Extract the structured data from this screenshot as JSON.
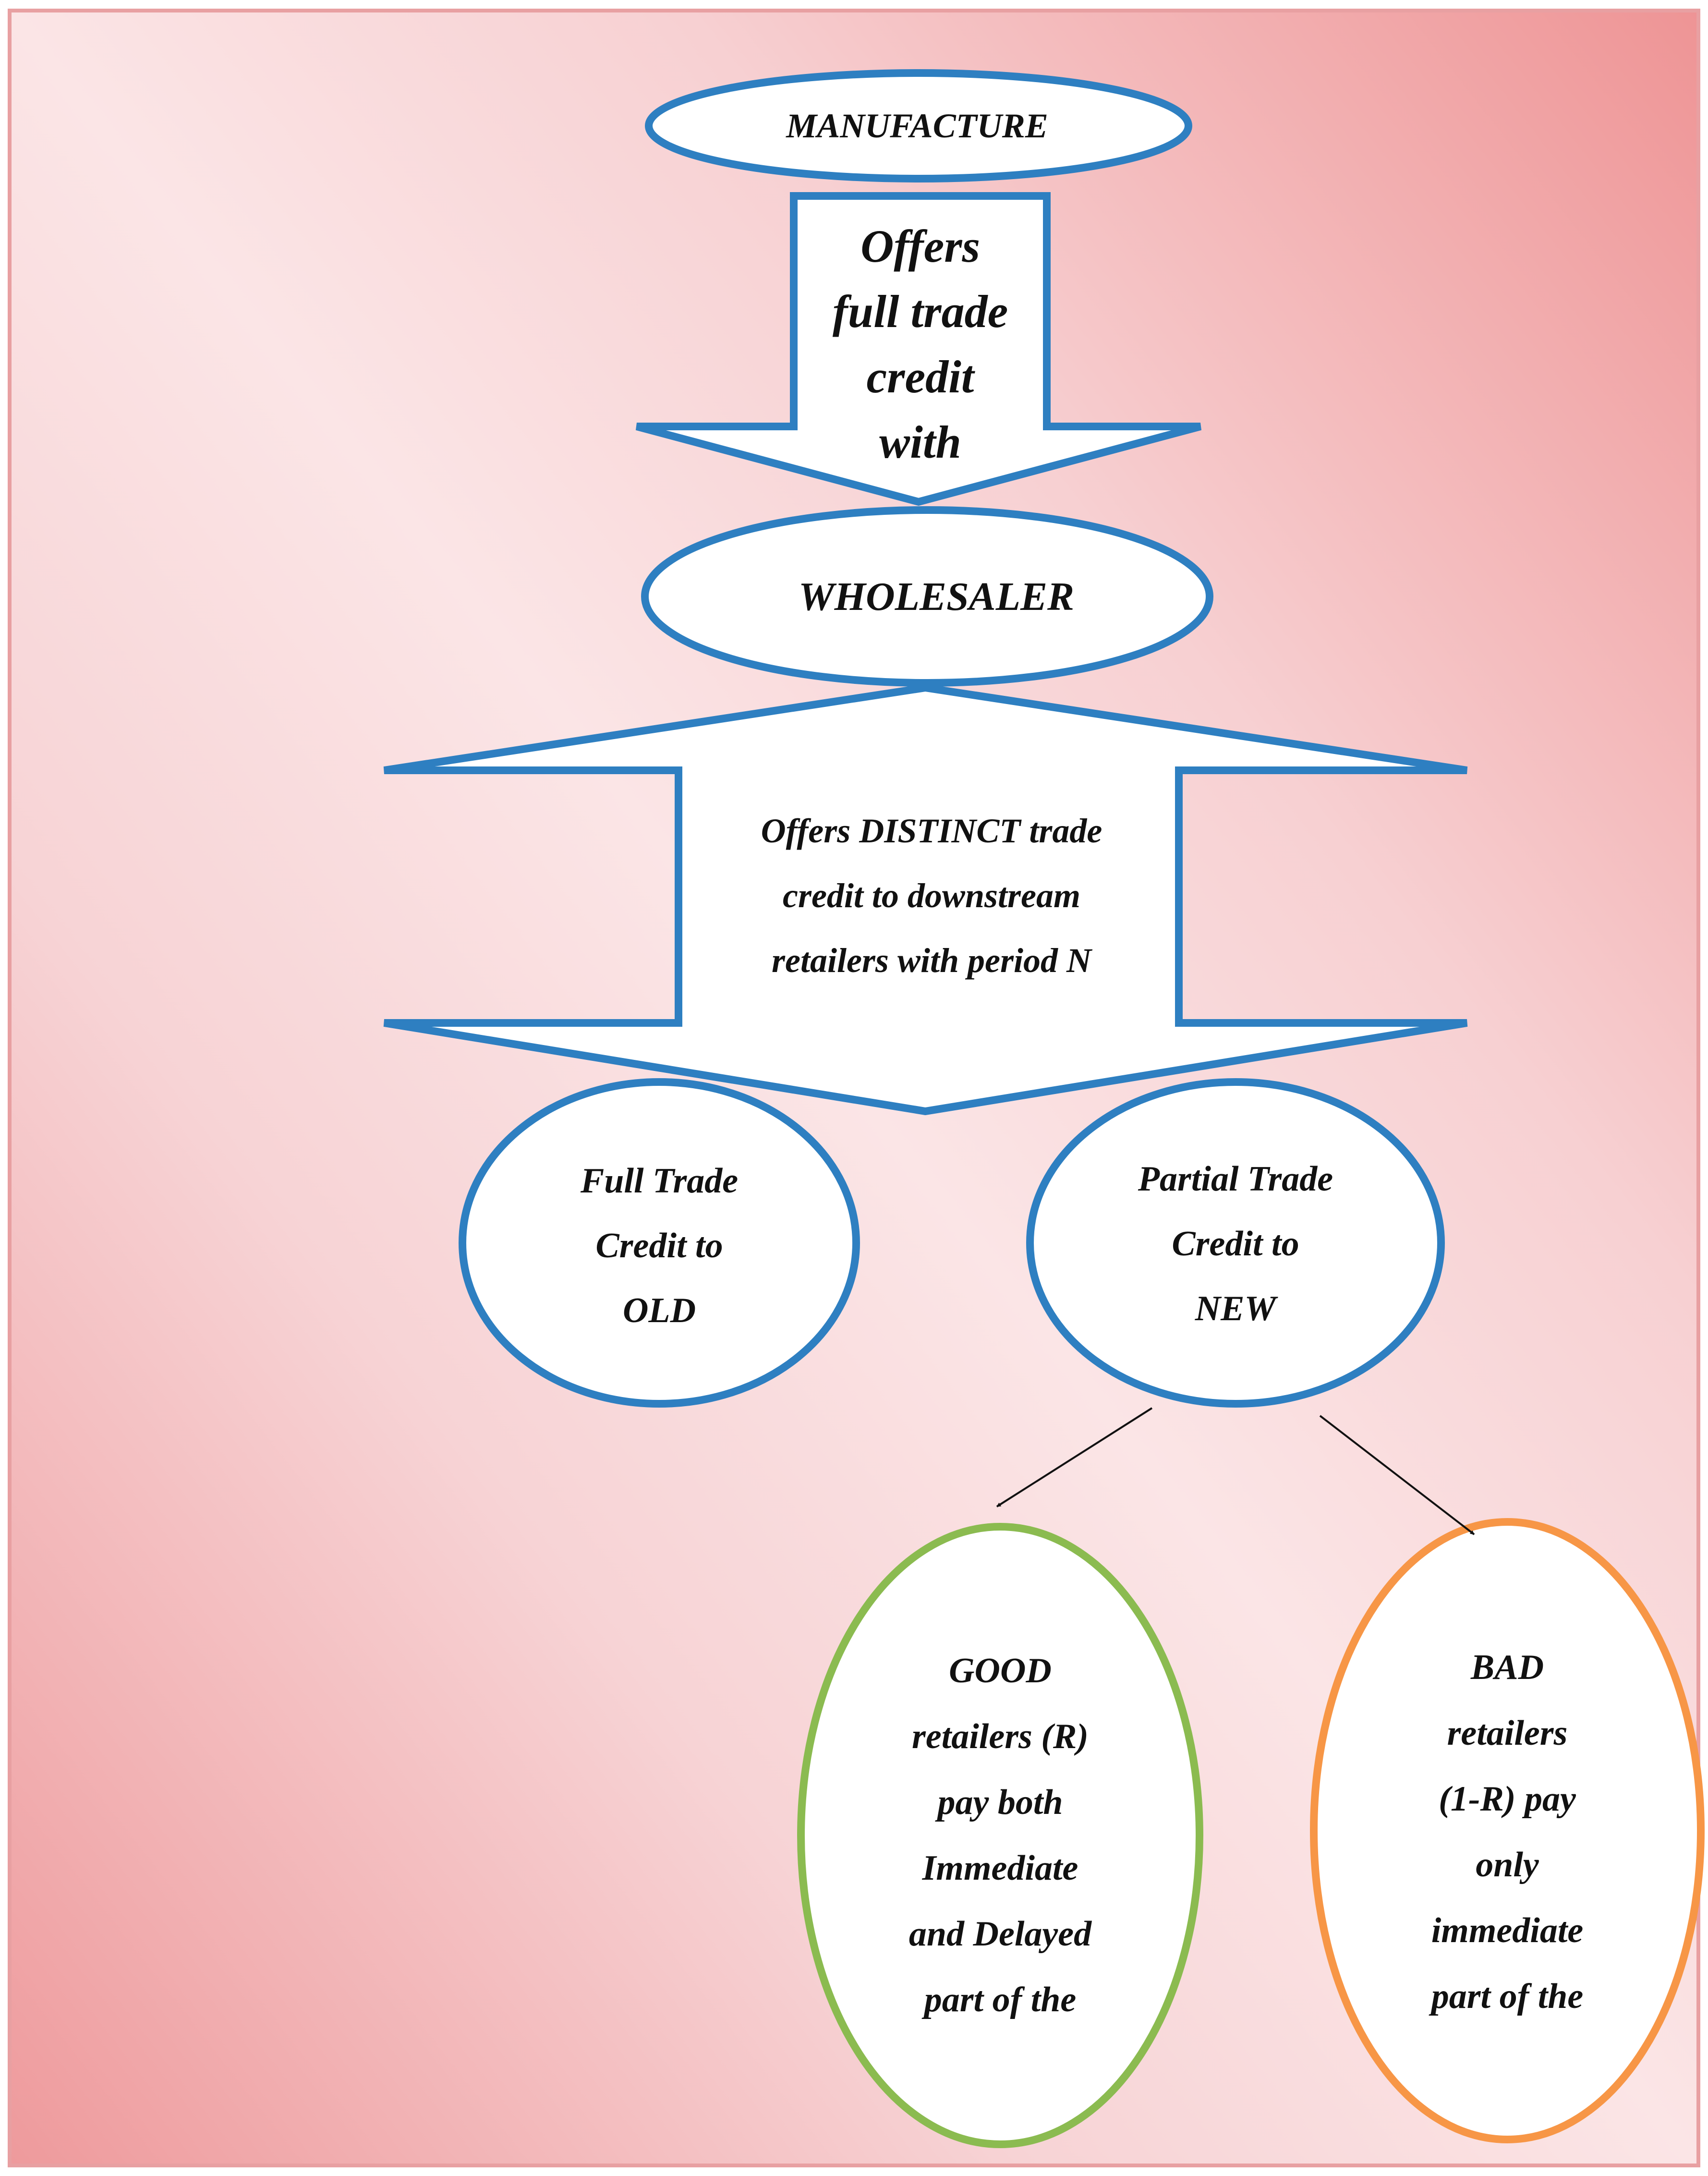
{
  "colors": {
    "background_stops": [
      "#ee9a9c",
      "#f7d3d5",
      "#fbe5e6",
      "#f7d0d2",
      "#ee9495"
    ],
    "frame": "#e8a0a2",
    "node_fill": "#ffffff",
    "blue_outline": "#2e7fc1",
    "good_outline": "#8bbb50",
    "bad_outline": "#f79646",
    "connector": "#111111"
  },
  "nodes": {
    "manufacture": {
      "label": "MANUFACTURE"
    },
    "offers_full": {
      "lines": [
        "Offers",
        "full trade",
        "credit",
        "with"
      ]
    },
    "wholesaler": {
      "label": "WHOLESALER"
    },
    "offers_distinct": {
      "lines": [
        "Offers DISTINCT trade",
        "credit to downstream",
        "retailers with period N"
      ]
    },
    "full_old": {
      "lines": [
        "Full Trade",
        "Credit to",
        "OLD"
      ]
    },
    "partial_new": {
      "lines": [
        "Partial Trade",
        "Credit to",
        "NEW"
      ]
    },
    "good": {
      "lines": [
        "GOOD",
        "retailers (R)",
        "pay both",
        "Immediate",
        "and Delayed",
        "part of the"
      ]
    },
    "bad": {
      "lines": [
        "BAD",
        "retailers",
        "(1-R) pay",
        "only",
        "immediate",
        "part of the"
      ]
    }
  }
}
